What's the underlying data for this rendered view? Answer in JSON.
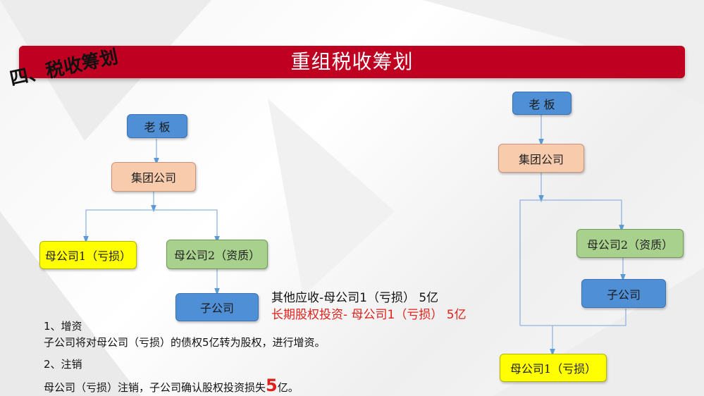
{
  "banner": {
    "title": "重组税收筹划"
  },
  "section_label": "四、税收筹划",
  "left_diagram": {
    "boss": "老  板",
    "group": "集团公司",
    "parent1": "母公司1（亏损）",
    "parent2": "母公司2（资质）",
    "sub": "子公司"
  },
  "right_diagram": {
    "boss": "老  板",
    "group": "集团公司",
    "parent2": "母公司2（资质）",
    "sub": "子公司",
    "parent1": "母公司1（亏损）"
  },
  "entries": {
    "line1": "其他应收-母公司1（亏损） 5亿",
    "line2": "长期股权投资- 母公司1（亏损） 5亿"
  },
  "steps": {
    "step1_title": "1、增资",
    "step1_body": "子公司将对母公司（亏损）的债权5亿转为股权，进行增资。",
    "step2_title": "2、注销",
    "step2_body_pre": "母公司（亏损）注销，子公司确认股权投资损失",
    "step2_highlight": "5",
    "step2_body_post": "亿。"
  }
}
